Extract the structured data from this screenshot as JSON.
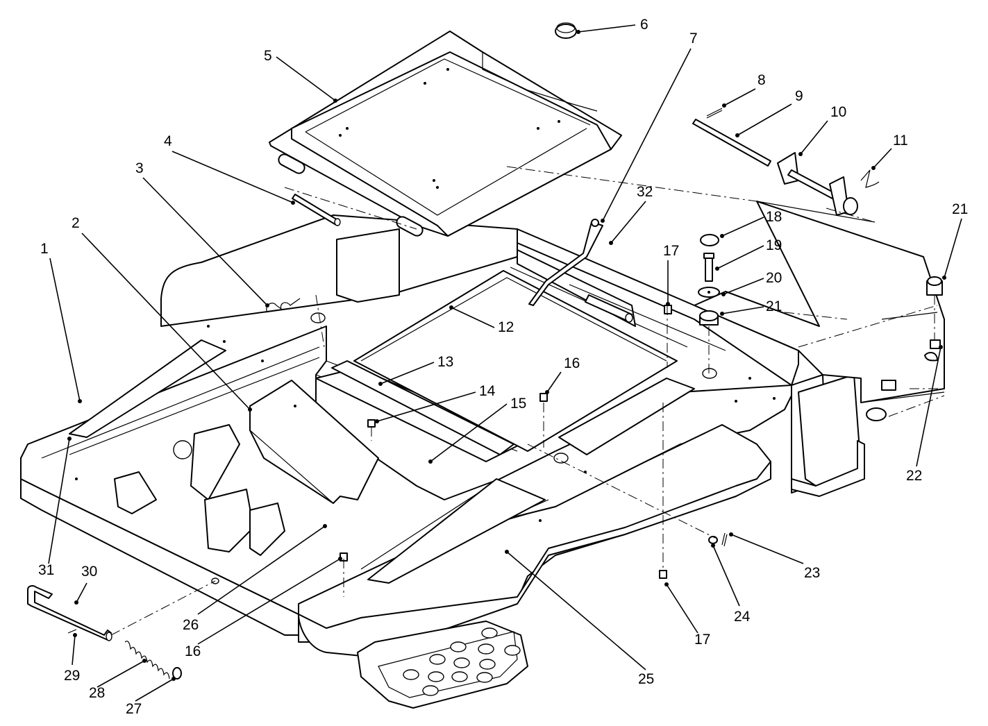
{
  "callouts": [
    {
      "id": "c1",
      "text": "1"
    },
    {
      "id": "c2",
      "text": "2"
    },
    {
      "id": "c3",
      "text": "3"
    },
    {
      "id": "c4",
      "text": "4"
    },
    {
      "id": "c5",
      "text": "5"
    },
    {
      "id": "c6",
      "text": "6"
    },
    {
      "id": "c7",
      "text": "7"
    },
    {
      "id": "c8",
      "text": "8"
    },
    {
      "id": "c9",
      "text": "9"
    },
    {
      "id": "c10",
      "text": "10"
    },
    {
      "id": "c11",
      "text": "11"
    },
    {
      "id": "c12",
      "text": "12"
    },
    {
      "id": "c13",
      "text": "13"
    },
    {
      "id": "c14",
      "text": "14"
    },
    {
      "id": "c15",
      "text": "15"
    },
    {
      "id": "c16a",
      "text": "16"
    },
    {
      "id": "c16b",
      "text": "16"
    },
    {
      "id": "c17a",
      "text": "17"
    },
    {
      "id": "c17b",
      "text": "17"
    },
    {
      "id": "c18",
      "text": "18"
    },
    {
      "id": "c19",
      "text": "19"
    },
    {
      "id": "c20",
      "text": "20"
    },
    {
      "id": "c21a",
      "text": "21"
    },
    {
      "id": "c21b",
      "text": "21"
    },
    {
      "id": "c22",
      "text": "22"
    },
    {
      "id": "c23",
      "text": "23"
    },
    {
      "id": "c24",
      "text": "24"
    },
    {
      "id": "c25",
      "text": "25"
    },
    {
      "id": "c26",
      "text": "26"
    },
    {
      "id": "c27",
      "text": "27"
    },
    {
      "id": "c28",
      "text": "28"
    },
    {
      "id": "c29",
      "text": "29"
    },
    {
      "id": "c30",
      "text": "30"
    },
    {
      "id": "c31",
      "text": "31"
    },
    {
      "id": "c32",
      "text": "32"
    }
  ]
}
